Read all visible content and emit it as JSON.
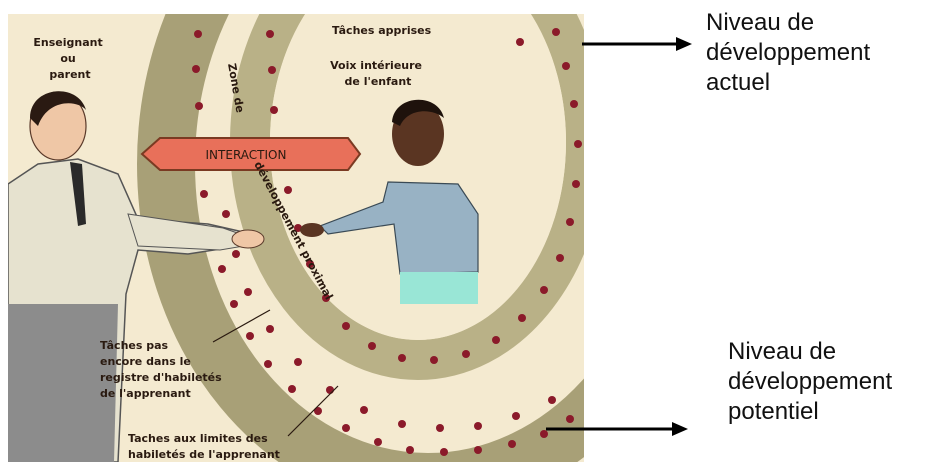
{
  "diagram": {
    "labels": {
      "teacher": [
        "Enseignant",
        "ou",
        "parent"
      ],
      "learned_tasks": "Tâches apprises",
      "inner_voice": [
        "Voix intérieure",
        "de l'enfant"
      ],
      "interaction": "INTERACTION",
      "zone_line1": "Zone de",
      "zone_line2": "développement proximal",
      "not_yet_tasks": [
        "Tâches pas",
        "encore dans le",
        "registre d'habiletés",
        "de l'apprenant"
      ],
      "limit_tasks": [
        "Taches aux limites des",
        "habiletés de l'apprenant"
      ]
    },
    "side_labels": {
      "actuel": "Niveau de\ndéveloppement\nactuel",
      "potentiel": "Niveau de\ndéveloppement\npotentiel"
    },
    "colors": {
      "background": "#f4ead0",
      "outer_band": "#a8a077",
      "inner_band": "#b9b187",
      "dots": "#8b1a2a",
      "banner": "#e8705a",
      "teacher_jacket": "#e6e2cf",
      "teacher_trousers": "#8c8c8c",
      "child_shirt": "#98b2c4",
      "child_shorts": "#99e6d6"
    }
  }
}
